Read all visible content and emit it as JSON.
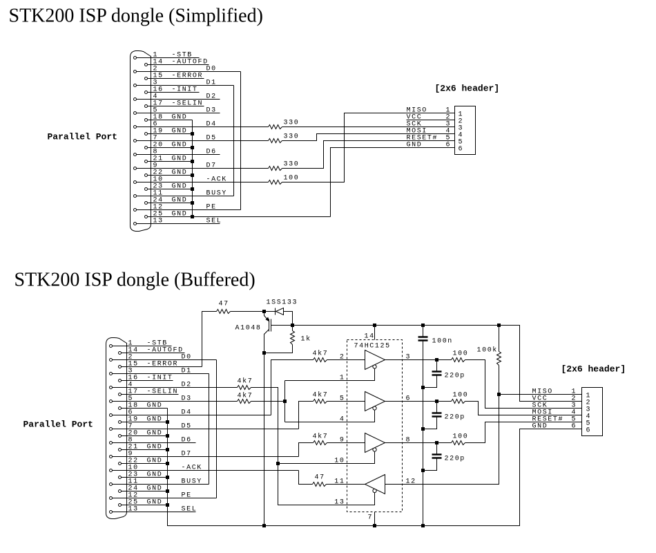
{
  "colors": {
    "ink": "#000000",
    "background": "#ffffff"
  },
  "simplified": {
    "title": "STK200 ISP dongle (Simplified)",
    "port_label": "Parallel Port",
    "header_label": "[2x6 header]",
    "port_pins": [
      {
        "pin": "1",
        "signal": "-STB"
      },
      {
        "pin": "14",
        "signal": "-AUTOFD"
      },
      {
        "pin": "2",
        "signal": "D0"
      },
      {
        "pin": "15",
        "signal": "-ERROR"
      },
      {
        "pin": "3",
        "signal": "D1"
      },
      {
        "pin": "16",
        "signal": "-INIT"
      },
      {
        "pin": "4",
        "signal": "D2"
      },
      {
        "pin": "17",
        "signal": "-SELIN"
      },
      {
        "pin": "5",
        "signal": "D3"
      },
      {
        "pin": "18",
        "signal": "GND"
      },
      {
        "pin": "6",
        "signal": "D4"
      },
      {
        "pin": "19",
        "signal": "GND"
      },
      {
        "pin": "7",
        "signal": "D5"
      },
      {
        "pin": "20",
        "signal": "GND"
      },
      {
        "pin": "8",
        "signal": "D6"
      },
      {
        "pin": "21",
        "signal": "GND"
      },
      {
        "pin": "9",
        "signal": "D7"
      },
      {
        "pin": "22",
        "signal": "GND"
      },
      {
        "pin": "10",
        "signal": "-ACK"
      },
      {
        "pin": "23",
        "signal": "GND"
      },
      {
        "pin": "11",
        "signal": "BUSY"
      },
      {
        "pin": "24",
        "signal": "GND"
      },
      {
        "pin": "12",
        "signal": "PE"
      },
      {
        "pin": "25",
        "signal": "GND"
      },
      {
        "pin": "13",
        "signal": "SEL"
      }
    ],
    "header_pins": [
      {
        "signal": "MISO",
        "pin": "1"
      },
      {
        "signal": "VCC",
        "pin": "2"
      },
      {
        "signal": "SCK",
        "pin": "3"
      },
      {
        "signal": "MOSI",
        "pin": "4"
      },
      {
        "signal": "RESET#",
        "pin": "5"
      },
      {
        "signal": "GND",
        "pin": "6"
      }
    ],
    "resistors": {
      "d4": "330",
      "d5": "330",
      "d7": "330",
      "ack": "100"
    }
  },
  "buffered": {
    "title": "STK200 ISP dongle (Buffered)",
    "port_label": "Parallel Port",
    "header_label": "[2x6 header]",
    "port_pins": [
      {
        "pin": "1",
        "signal": "-STB"
      },
      {
        "pin": "14",
        "signal": "-AUTOFD"
      },
      {
        "pin": "2",
        "signal": "D0"
      },
      {
        "pin": "15",
        "signal": "-ERROR"
      },
      {
        "pin": "3",
        "signal": "D1"
      },
      {
        "pin": "16",
        "signal": "-INIT"
      },
      {
        "pin": "4",
        "signal": "D2"
      },
      {
        "pin": "17",
        "signal": "-SELIN"
      },
      {
        "pin": "5",
        "signal": "D3"
      },
      {
        "pin": "18",
        "signal": "GND"
      },
      {
        "pin": "6",
        "signal": "D4"
      },
      {
        "pin": "19",
        "signal": "GND"
      },
      {
        "pin": "7",
        "signal": "D5"
      },
      {
        "pin": "20",
        "signal": "GND"
      },
      {
        "pin": "8",
        "signal": "D6"
      },
      {
        "pin": "21",
        "signal": "GND"
      },
      {
        "pin": "9",
        "signal": "D7"
      },
      {
        "pin": "22",
        "signal": "GND"
      },
      {
        "pin": "10",
        "signal": "-ACK"
      },
      {
        "pin": "23",
        "signal": "GND"
      },
      {
        "pin": "11",
        "signal": "BUSY"
      },
      {
        "pin": "24",
        "signal": "GND"
      },
      {
        "pin": "12",
        "signal": "PE"
      },
      {
        "pin": "25",
        "signal": "GND"
      },
      {
        "pin": "13",
        "signal": "SEL"
      }
    ],
    "header_pins": [
      {
        "signal": "MISO",
        "pin": "1"
      },
      {
        "signal": "VCC",
        "pin": "2"
      },
      {
        "signal": "SCK",
        "pin": "3"
      },
      {
        "signal": "MOSI",
        "pin": "4"
      },
      {
        "signal": "RESET#",
        "pin": "5"
      },
      {
        "signal": "GND",
        "pin": "6"
      }
    ],
    "components": {
      "r_error": "47",
      "diode": "1SS133",
      "transistor": "A1048",
      "r_base": "1k",
      "r_d2": "4k7",
      "r_d3": "4k7",
      "ic": "74HC125",
      "r_in_2": "4k7",
      "r_in_5": "4k7",
      "r_in_9": "4k7",
      "r_out_11": "47",
      "r_out_3": "100",
      "r_out_6": "100",
      "r_out_8": "100",
      "c_3": "220p",
      "c_6": "220p",
      "c_8": "220p",
      "c_decouple": "100n",
      "r_pullup": "100k"
    },
    "ic_pins": {
      "in1": "2",
      "en1": "1",
      "out1": "3",
      "in2": "5",
      "en2": "4",
      "out2": "6",
      "in3": "9",
      "en3": "10",
      "out3": "8",
      "in4": "12",
      "en4": "13",
      "out4": "11",
      "vcc": "14",
      "gnd": "7"
    }
  }
}
